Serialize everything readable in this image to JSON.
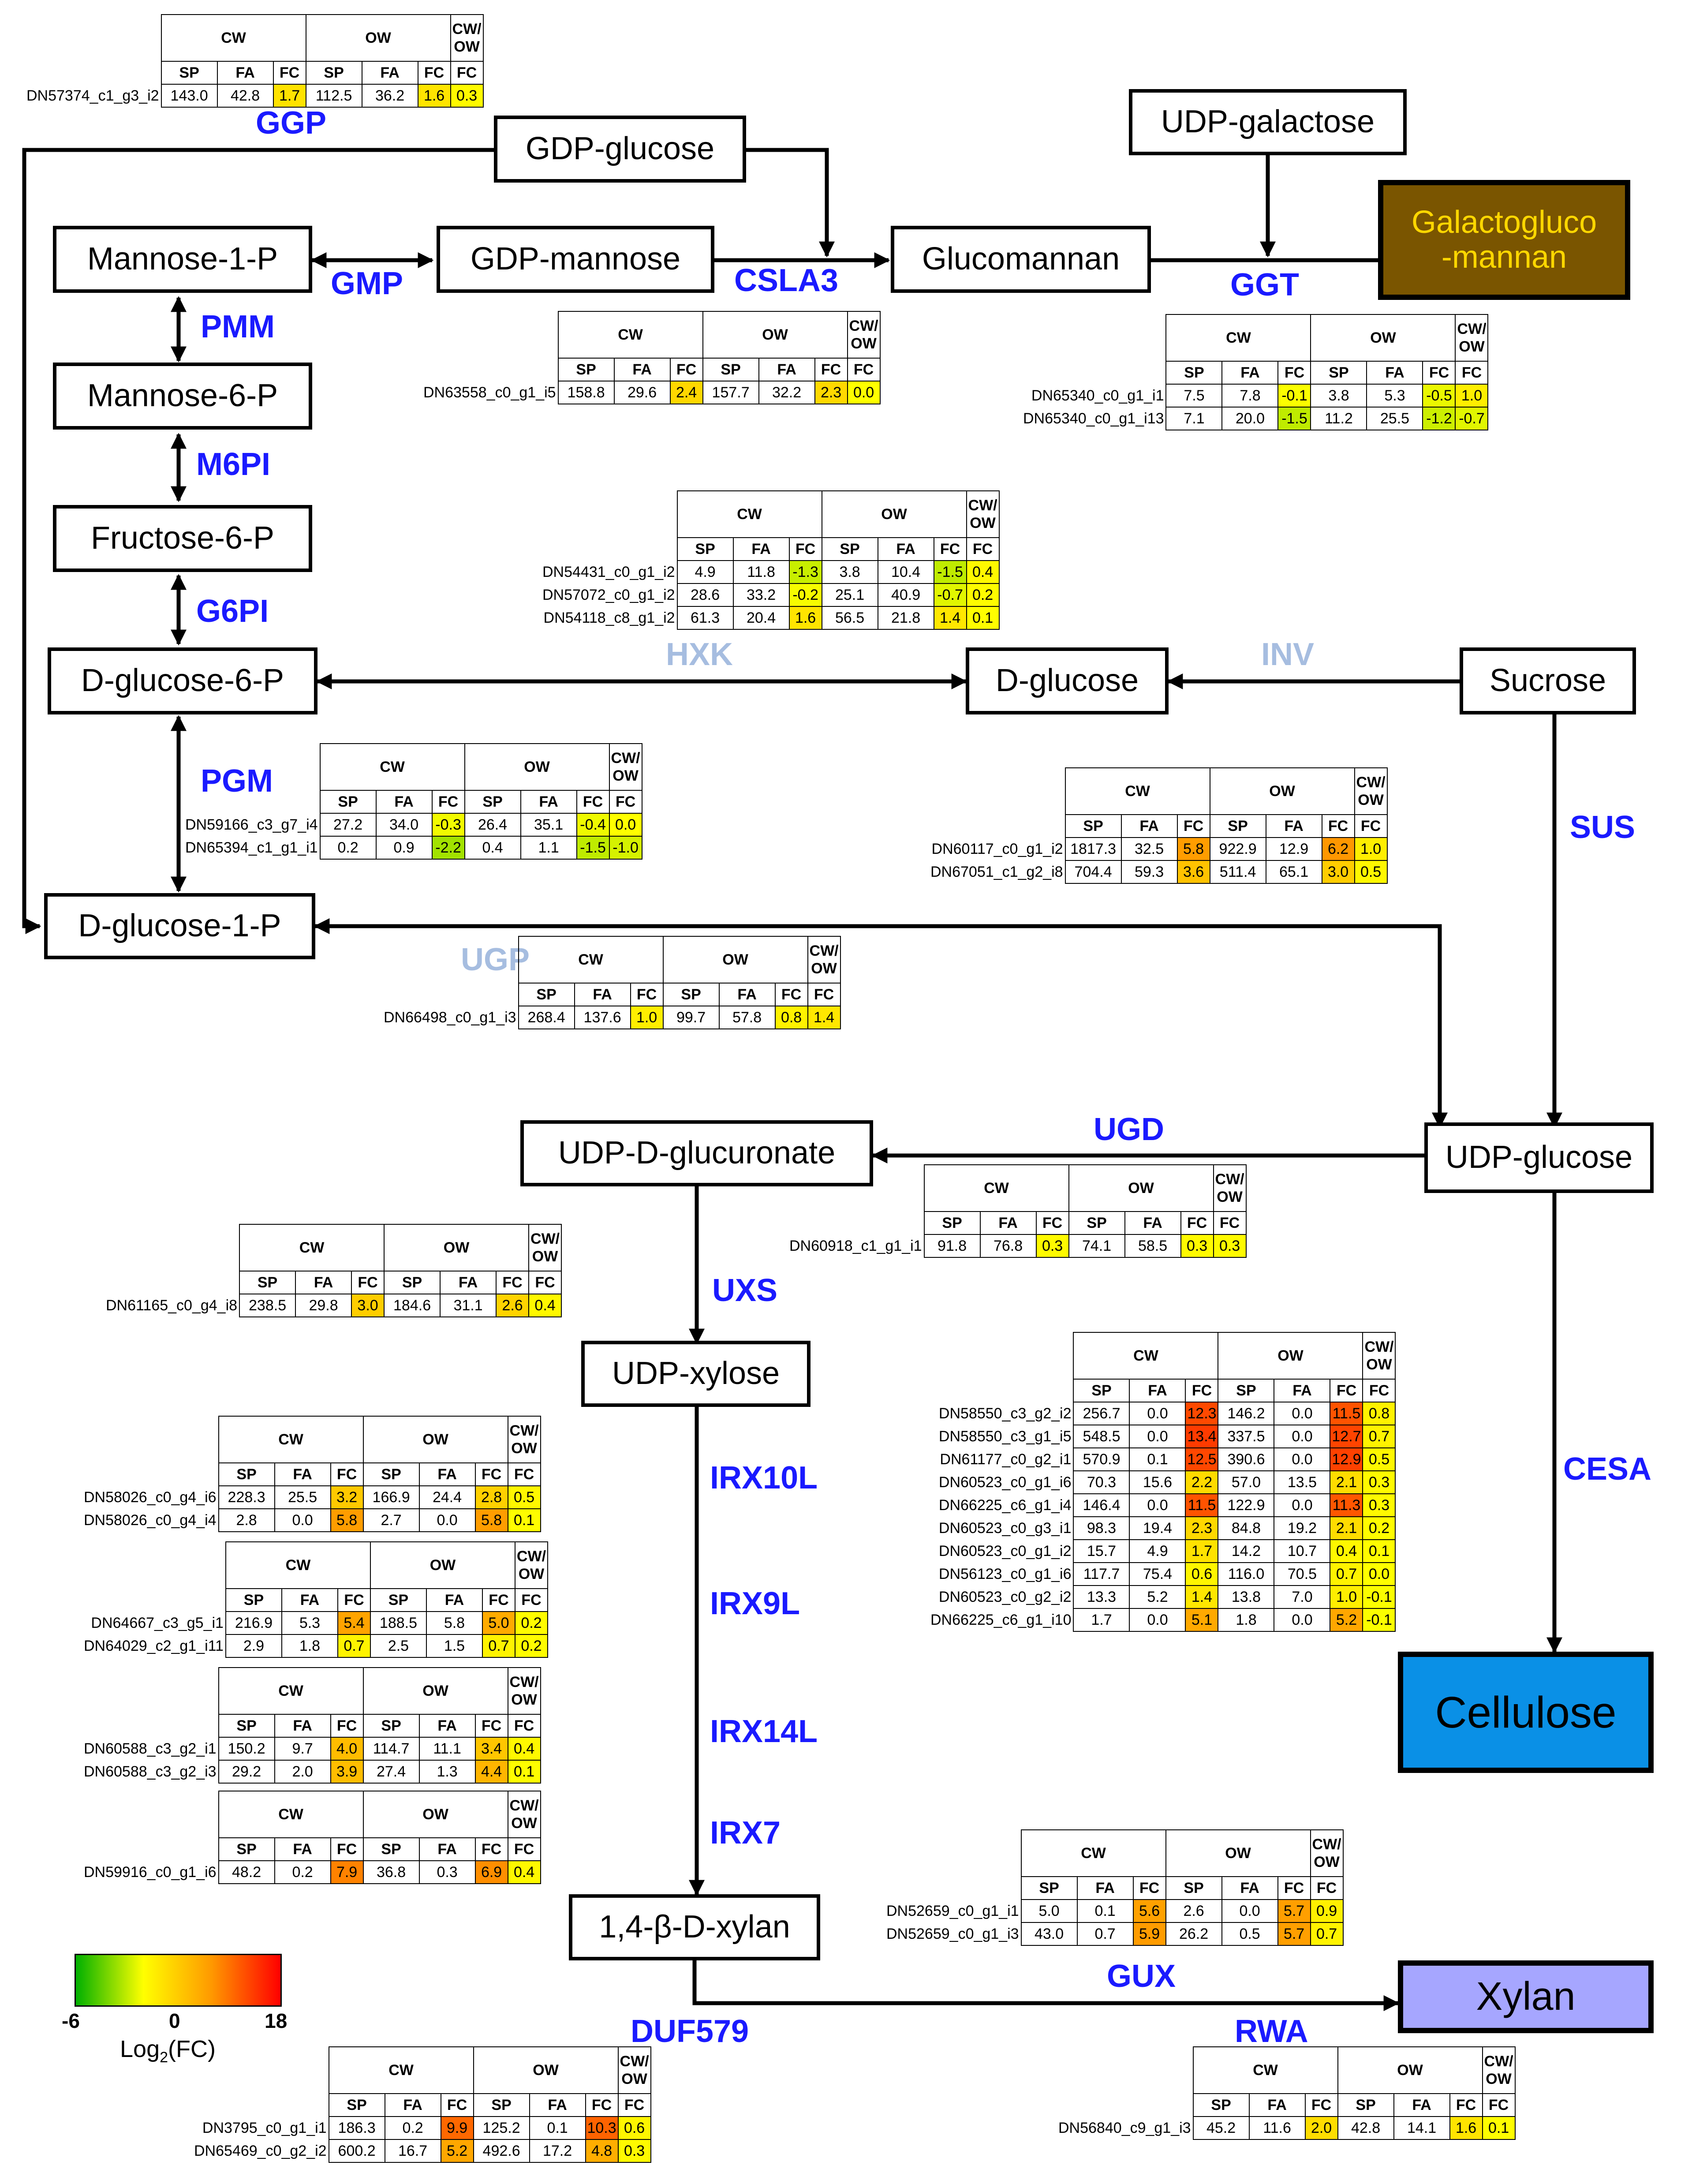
{
  "nodes": {
    "gdp_glucose": "GDP-glucose",
    "udp_galactose": "UDP-galactose",
    "mannose_1p": "Mannose-1-P",
    "gdp_mannose": "GDP-mannose",
    "glucomannan": "Glucomannan",
    "galactoglucomannan": "Galactogluco\n-mannan",
    "mannose_6p": "Mannose-6-P",
    "fructose_6p": "Fructose-6-P",
    "d_glucose_6p": "D-glucose-6-P",
    "d_glucose": "D-glucose",
    "sucrose": "Sucrose",
    "d_glucose_1p": "D-glucose-1-P",
    "udp_d_glucuronate": "UDP-D-glucuronate",
    "udp_glucose": "UDP-glucose",
    "udp_xylose": "UDP-xylose",
    "cellulose": "Cellulose",
    "xylan_14": "1,4-β-D-xylan",
    "xylan": "Xylan"
  },
  "node_colors": {
    "galactoglucomannan": "#7a5500",
    "galactoglucomannan_text": "#ffd700",
    "cellulose": "#0a90e6",
    "xylan": "#a6a6ff"
  },
  "enzymes": {
    "ggp": "GGP",
    "gmp": "GMP",
    "csla3": "CSLA3",
    "ggt": "GGT",
    "pmm": "PMM",
    "m6pi": "M6PI",
    "g6pi": "G6PI",
    "hxk": "HXK",
    "inv": "INV",
    "pgm": "PGM",
    "sus": "SUS",
    "ugp": "UGP",
    "ugd": "UGD",
    "uxs": "UXS",
    "irx10l": "IRX10L",
    "irx9l": "IRX9L",
    "irx14l": "IRX14L",
    "irx7": "IRX7",
    "cesa": "CESA",
    "gux": "GUX",
    "duf579": "DUF579",
    "rwa": "RWA"
  },
  "enzyme_colors": {
    "active": "#1a1aff",
    "inactive": "#a6bde0"
  },
  "table_headers": {
    "cw": "CW",
    "ow": "OW",
    "cwow": "CW/\nOW",
    "sp": "SP",
    "fa": "FA",
    "fc": "FC"
  },
  "tables": {
    "ggp": [
      [
        "DN57374_c1_g3_i2",
        "143.0",
        "42.8",
        "1.7",
        "112.5",
        "36.2",
        "1.6",
        "0.3"
      ]
    ],
    "csla3": [
      [
        "DN63558_c0_g1_i5",
        "158.8",
        "29.6",
        "2.4",
        "157.7",
        "32.2",
        "2.3",
        "0.0"
      ]
    ],
    "ggt": [
      [
        "DN65340_c0_g1_i1",
        "7.5",
        "7.8",
        "-0.1",
        "3.8",
        "5.3",
        "-0.5",
        "1.0"
      ],
      [
        "DN65340_c0_g1_i13",
        "7.1",
        "20.0",
        "-1.5",
        "11.2",
        "25.5",
        "-1.2",
        "-0.7"
      ]
    ],
    "hxk": [
      [
        "DN54431_c0_g1_i2",
        "4.9",
        "11.8",
        "-1.3",
        "3.8",
        "10.4",
        "-1.5",
        "0.4"
      ],
      [
        "DN57072_c0_g1_i2",
        "28.6",
        "33.2",
        "-0.2",
        "25.1",
        "40.9",
        "-0.7",
        "0.2"
      ],
      [
        "DN54118_c8_g1_i2",
        "61.3",
        "20.4",
        "1.6",
        "56.5",
        "21.8",
        "1.4",
        "0.1"
      ]
    ],
    "pgm": [
      [
        "DN59166_c3_g7_i4",
        "27.2",
        "34.0",
        "-0.3",
        "26.4",
        "35.1",
        "-0.4",
        "0.0"
      ],
      [
        "DN65394_c1_g1_i1",
        "0.2",
        "0.9",
        "-2.2",
        "0.4",
        "1.1",
        "-1.5",
        "-1.0"
      ]
    ],
    "sus": [
      [
        "DN60117_c0_g1_i2",
        "1817.3",
        "32.5",
        "5.8",
        "922.9",
        "12.9",
        "6.2",
        "1.0"
      ],
      [
        "DN67051_c1_g2_i8",
        "704.4",
        "59.3",
        "3.6",
        "511.4",
        "65.1",
        "3.0",
        "0.5"
      ]
    ],
    "ugp": [
      [
        "DN66498_c0_g1_i3",
        "268.4",
        "137.6",
        "1.0",
        "99.7",
        "57.8",
        "0.8",
        "1.4"
      ]
    ],
    "ugd": [
      [
        "DN60918_c1_g1_i1",
        "91.8",
        "76.8",
        "0.3",
        "74.1",
        "58.5",
        "0.3",
        "0.3"
      ]
    ],
    "uxs": [
      [
        "DN61165_c0_g4_i8",
        "238.5",
        "29.8",
        "3.0",
        "184.6",
        "31.1",
        "2.6",
        "0.4"
      ]
    ],
    "cesa": [
      [
        "DN58550_c3_g2_i2",
        "256.7",
        "0.0",
        "12.3",
        "146.2",
        "0.0",
        "11.5",
        "0.8"
      ],
      [
        "DN58550_c3_g1_i5",
        "548.5",
        "0.0",
        "13.4",
        "337.5",
        "0.0",
        "12.7",
        "0.7"
      ],
      [
        "DN61177_c0_g2_i1",
        "570.9",
        "0.1",
        "12.5",
        "390.6",
        "0.0",
        "12.9",
        "0.5"
      ],
      [
        "DN60523_c0_g1_i6",
        "70.3",
        "15.6",
        "2.2",
        "57.0",
        "13.5",
        "2.1",
        "0.3"
      ],
      [
        "DN66225_c6_g1_i4",
        "146.4",
        "0.0",
        "11.5",
        "122.9",
        "0.0",
        "11.3",
        "0.3"
      ],
      [
        "DN60523_c0_g3_i1",
        "98.3",
        "19.4",
        "2.3",
        "84.8",
        "19.2",
        "2.1",
        "0.2"
      ],
      [
        "DN60523_c0_g1_i2",
        "15.7",
        "4.9",
        "1.7",
        "14.2",
        "10.7",
        "0.4",
        "0.1"
      ],
      [
        "DN56123_c0_g1_i6",
        "117.7",
        "75.4",
        "0.6",
        "116.0",
        "70.5",
        "0.7",
        "0.0"
      ],
      [
        "DN60523_c0_g2_i2",
        "13.3",
        "5.2",
        "1.4",
        "13.8",
        "7.0",
        "1.0",
        "-0.1"
      ],
      [
        "DN66225_c6_g1_i10",
        "1.7",
        "0.0",
        "5.1",
        "1.8",
        "0.0",
        "5.2",
        "-0.1"
      ]
    ],
    "irx10l": [
      [
        "DN58026_c0_g4_i6",
        "228.3",
        "25.5",
        "3.2",
        "166.9",
        "24.4",
        "2.8",
        "0.5"
      ],
      [
        "DN58026_c0_g4_i4",
        "2.8",
        "0.0",
        "5.8",
        "2.7",
        "0.0",
        "5.8",
        "0.1"
      ]
    ],
    "irx9l": [
      [
        "DN64667_c3_g5_i1",
        "216.9",
        "5.3",
        "5.4",
        "188.5",
        "5.8",
        "5.0",
        "0.2"
      ],
      [
        "DN64029_c2_g1_i11",
        "2.9",
        "1.8",
        "0.7",
        "2.5",
        "1.5",
        "0.7",
        "0.2"
      ]
    ],
    "irx14l": [
      [
        "DN60588_c3_g2_i1",
        "150.2",
        "9.7",
        "4.0",
        "114.7",
        "11.1",
        "3.4",
        "0.4"
      ],
      [
        "DN60588_c3_g2_i3",
        "29.2",
        "2.0",
        "3.9",
        "27.4",
        "1.3",
        "4.4",
        "0.1"
      ]
    ],
    "irx7": [
      [
        "DN59916_c0_g1_i6",
        "48.2",
        "0.2",
        "7.9",
        "36.8",
        "0.3",
        "6.9",
        "0.4"
      ]
    ],
    "gux": [
      [
        "DN52659_c0_g1_i1",
        "5.0",
        "0.1",
        "5.6",
        "2.6",
        "0.0",
        "5.7",
        "0.9"
      ],
      [
        "DN52659_c0_g1_i3",
        "43.0",
        "0.7",
        "5.9",
        "26.2",
        "0.5",
        "5.7",
        "0.7"
      ]
    ],
    "duf579": [
      [
        "DN3795_c0_g1_i1",
        "186.3",
        "0.2",
        "9.9",
        "125.2",
        "0.1",
        "10.3",
        "0.6"
      ],
      [
        "DN65469_c0_g2_i2",
        "600.2",
        "16.7",
        "5.2",
        "492.6",
        "17.2",
        "4.8",
        "0.3"
      ]
    ],
    "rwa": [
      [
        "DN56840_c9_g1_i3",
        "45.2",
        "11.6",
        "2.0",
        "42.8",
        "14.1",
        "1.6",
        "0.1"
      ]
    ]
  },
  "legend": {
    "min_label": "-6",
    "mid_label": "0",
    "max_label": "18",
    "min_value": -6,
    "max_value": 18,
    "title": "Log",
    "title_sub": "2",
    "title_tail": "(FC)",
    "colors": [
      "#00b000",
      "#ffff00",
      "#ff9a00",
      "#ff0000"
    ]
  }
}
